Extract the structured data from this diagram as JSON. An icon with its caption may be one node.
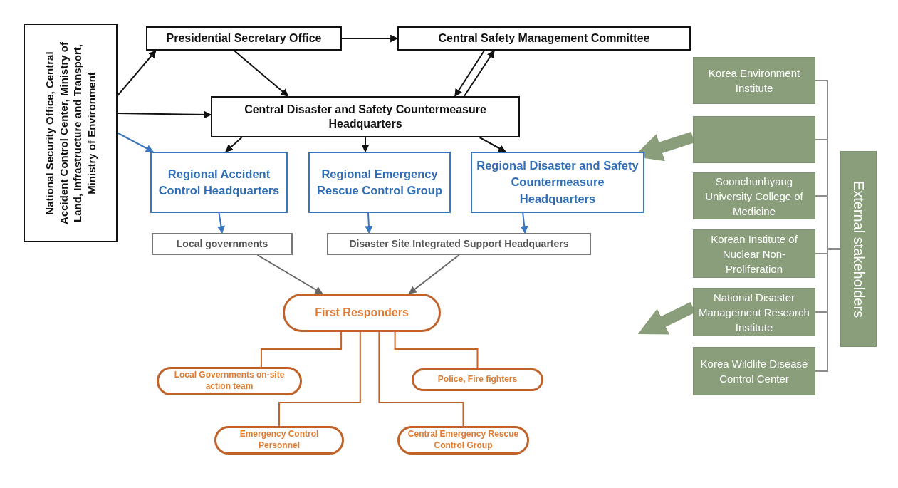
{
  "diagram": {
    "nodes": [
      {
        "text": [
          "National Security Office, Central Accident Control Center, Ministry of Land, Infrastructure and Transport, Ministry of Environment"
        ]
      },
      {
        "text": [
          "Presidential Secretary Office"
        ]
      },
      {
        "text": [
          "Central Safety Management Committee"
        ]
      },
      {
        "text": [
          "Central Disaster and Safety Countermeasure Headquarters"
        ]
      },
      {
        "text": [
          "Regional Accident Control Headquarters"
        ]
      },
      {
        "text": [
          "Regional Emergency Rescue Control Group"
        ]
      },
      {
        "text": [
          "Regional Disaster and Safety Countermeasure Headquarters"
        ]
      },
      {
        "text": [
          "Local governments"
        ]
      },
      {
        "text": [
          "Disaster Site Integrated Support Headquarters"
        ]
      },
      {
        "text": [
          "First Responders"
        ]
      },
      {
        "text": [
          "Local Governments on-site action team"
        ]
      },
      {
        "text": [
          "Police, Fire fighters"
        ]
      },
      {
        "text": [
          "Emergency Control Personnel"
        ]
      },
      {
        "text": [
          "Central Emergency Rescue Control Group"
        ]
      },
      {
        "text": [
          "Korea Environment Institute"
        ]
      },
      {
        "text": [],
        "shape": "box"
      },
      {
        "text": [
          "Soonchunhyang University College of Medicine"
        ]
      },
      {
        "text": [
          "Korean Institute of Nuclear Non-Proliferation"
        ]
      },
      {
        "text": [
          "National Disaster Management Research Institute"
        ]
      },
      {
        "text": [
          "Korea Wildlife Disease Control Center"
        ]
      },
      {
        "text": [
          "External stakeholders"
        ]
      }
    ],
    "edges": [
      {
        "from": 0,
        "to": 1,
        "arrow": "to"
      },
      {
        "from": 0,
        "to": 3,
        "arrow": "to"
      },
      {
        "from": 0,
        "to": 4,
        "arrow": "to",
        "color": "#3a75c0"
      },
      {
        "from": 1,
        "to": 2,
        "arrow": "to"
      },
      {
        "from": 1,
        "to": 3,
        "arrow": "to"
      },
      {
        "from": 2,
        "to": 3,
        "arrow": "to"
      },
      {
        "from": 3,
        "to": 2,
        "arrow": "to"
      },
      {
        "from": 3,
        "to": 4,
        "arrow": "to"
      },
      {
        "from": 3,
        "to": 5,
        "arrow": "to"
      },
      {
        "from": 3,
        "to": 6,
        "arrow": "to"
      },
      {
        "from": 4,
        "to": 7,
        "arrow": "to",
        "color": "#3a75c0"
      },
      {
        "from": 5,
        "to": 8,
        "arrow": "to",
        "color": "#3a75c0"
      },
      {
        "from": 6,
        "to": 8,
        "arrow": "to",
        "color": "#3a75c0"
      },
      {
        "from": 7,
        "to": 9,
        "arrow": "to",
        "color": "#666666"
      },
      {
        "from": 8,
        "to": 9,
        "arrow": "to",
        "color": "#666666"
      },
      {
        "from": 9,
        "to": 10,
        "arrow": "none",
        "color": "#c0622a"
      },
      {
        "from": 9,
        "to": 11,
        "arrow": "none",
        "color": "#c0622a"
      },
      {
        "from": 9,
        "to": 12,
        "arrow": "none",
        "color": "#c0622a"
      },
      {
        "from": 9,
        "to": 13,
        "arrow": "none",
        "color": "#c0622a"
      },
      {
        "from": 14,
        "to": 20,
        "arrow": "none",
        "color": "#8c8c8c"
      },
      {
        "from": 15,
        "to": 20,
        "arrow": "none",
        "color": "#8c8c8c"
      },
      {
        "from": 16,
        "to": 20,
        "arrow": "none",
        "color": "#8c8c8c"
      },
      {
        "from": 17,
        "to": 20,
        "arrow": "none",
        "color": "#8c8c8c"
      },
      {
        "from": 18,
        "to": 20,
        "arrow": "none",
        "color": "#8c8c8c"
      },
      {
        "from": 19,
        "to": 20,
        "arrow": "none",
        "color": "#8c8c8c"
      },
      {
        "from": 15,
        "to": 6,
        "arrow": "to",
        "style": "thick",
        "color": "#8a9e7b"
      },
      {
        "from": 18,
        "to": null,
        "arrow": "to",
        "style": "thick",
        "color": "#8a9e7b"
      }
    ]
  }
}
